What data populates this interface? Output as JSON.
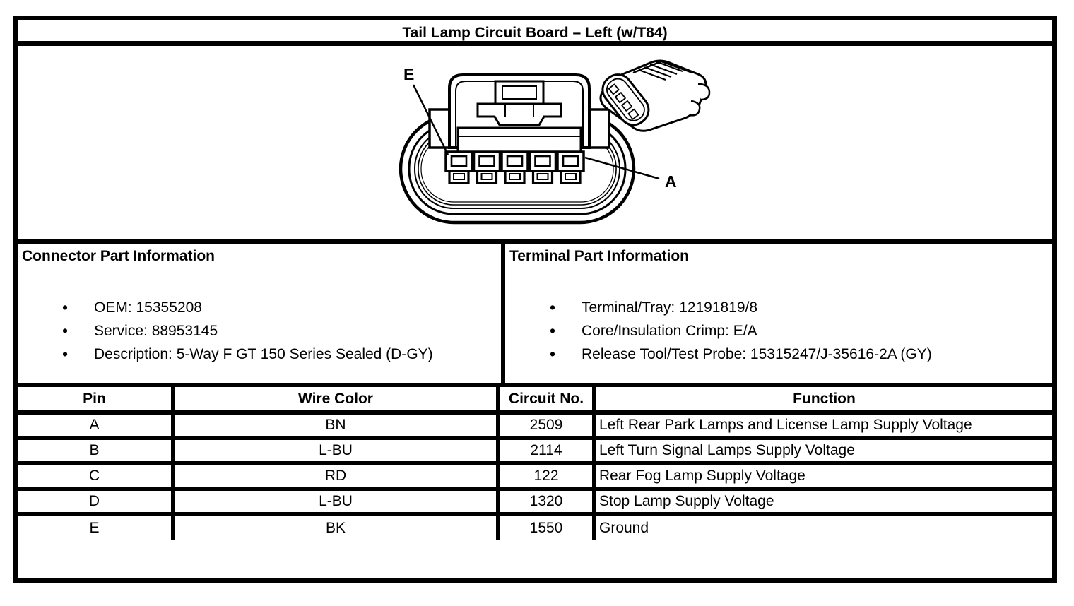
{
  "title": "Tail Lamp Circuit Board – Left (w/T84)",
  "diagram": {
    "label_e": "E",
    "label_a": "A"
  },
  "connector_info": {
    "heading": "Connector Part Information",
    "items": [
      "OEM: 15355208",
      "Service: 88953145",
      "Description: 5-Way F GT 150 Series Sealed (D-GY)"
    ]
  },
  "terminal_info": {
    "heading": "Terminal Part Information",
    "items": [
      "Terminal/Tray: 12191819/8",
      "Core/Insulation Crimp: E/A",
      "Release Tool/Test Probe: 15315247/J-35616-2A (GY)"
    ]
  },
  "pin_table": {
    "headers": [
      "Pin",
      "Wire Color",
      "Circuit No.",
      "Function"
    ],
    "rows": [
      {
        "pin": "A",
        "wire_color": "BN",
        "circuit_no": "2509",
        "function": "Left Rear Park Lamps and License Lamp Supply Voltage"
      },
      {
        "pin": "B",
        "wire_color": "L-BU",
        "circuit_no": "2114",
        "function": "Left Turn Signal Lamps Supply Voltage"
      },
      {
        "pin": "C",
        "wire_color": "RD",
        "circuit_no": "122",
        "function": "Rear Fog Lamp Supply Voltage"
      },
      {
        "pin": "D",
        "wire_color": "L-BU",
        "circuit_no": "1320",
        "function": "Stop Lamp Supply Voltage"
      },
      {
        "pin": "E",
        "wire_color": "BK",
        "circuit_no": "1550",
        "function": "Ground"
      }
    ]
  },
  "colors": {
    "line": "#000000",
    "background": "#ffffff"
  }
}
